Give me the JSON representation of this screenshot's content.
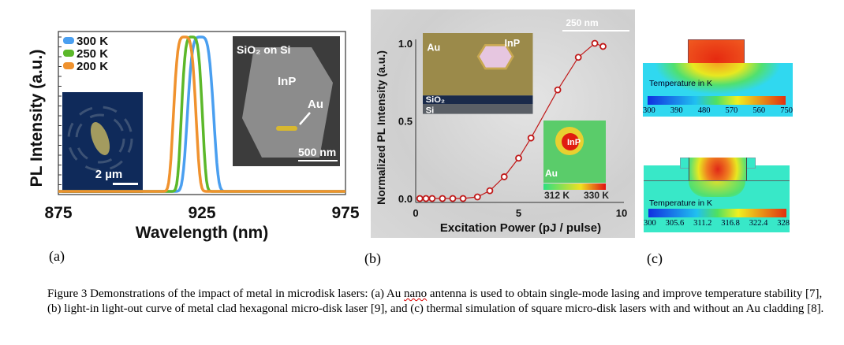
{
  "panel_labels": [
    "(a)",
    "(b)",
    "(c)"
  ],
  "caption": {
    "before": "Figure 3 Demonstrations of the impact of metal in microdisk lasers: (a) Au ",
    "flagged": "nano",
    "after": " antenna is used to obtain single-mode lasing and improve temperature stability [7], (b) light-in light-out curve of metal clad hexagonal micro-disk laser [9],  and (c) thermal simulation of square micro-disk lasers with and without an Au cladding [8]."
  },
  "chart_data": [
    {
      "type": "line",
      "xlabel": "Wavelength (nm)",
      "ylabel": "PL Intensity (a.u.)",
      "xlim": [
        875,
        975
      ],
      "xticks": [
        "875",
        "925",
        "975"
      ],
      "series": [
        {
          "name": "300 K",
          "color": "#4a9ff0",
          "peak": 924.5,
          "width": 5
        },
        {
          "name": "250 K",
          "color": "#5cb82a",
          "peak": 921.5,
          "width": 4
        },
        {
          "name": "200 K",
          "color": "#f0922e",
          "peak": 919,
          "width": 4.3
        }
      ],
      "insets": {
        "left_scale": "2 µm",
        "right_title": "SiO₂ on Si",
        "right_labels": [
          "InP",
          "Au"
        ],
        "right_scale": "500 nm"
      }
    },
    {
      "type": "scatter",
      "xlabel": "Excitation Power (pJ / pulse)",
      "ylabel": "Normalized PL Intensity (a.u.)",
      "xlim": [
        0,
        10
      ],
      "ylim": [
        0,
        1.05
      ],
      "xticks": [
        "0",
        "5",
        "10"
      ],
      "yticks": [
        "0.0",
        "0.5",
        "1.0"
      ],
      "color": "#c01818",
      "x": [
        0.2,
        0.5,
        0.8,
        1.3,
        1.8,
        2.3,
        3.0,
        3.6,
        4.3,
        5.0,
        5.6,
        6.9,
        7.9,
        8.7,
        9.1
      ],
      "y": [
        0,
        0,
        0,
        0,
        0,
        0,
        0.01,
        0.05,
        0.14,
        0.26,
        0.39,
        0.7,
        0.91,
        1.0,
        0.98
      ],
      "insets": {
        "scale": "250 nm",
        "labels": [
          "Au",
          "InP",
          "SiO₂",
          "Si"
        ],
        "map_labels": [
          "InP",
          "Au"
        ],
        "map_range": [
          "312 K",
          "330 K"
        ]
      }
    }
  ],
  "sim": {
    "top": {
      "title": "Temperature in K",
      "ticks": [
        "300",
        "390",
        "480",
        "570",
        "560",
        "750"
      ]
    },
    "bottom": {
      "title": "Temperature in K",
      "ticks": [
        "300",
        "305.6",
        "311.2",
        "316.8",
        "322.4",
        "328"
      ]
    }
  }
}
